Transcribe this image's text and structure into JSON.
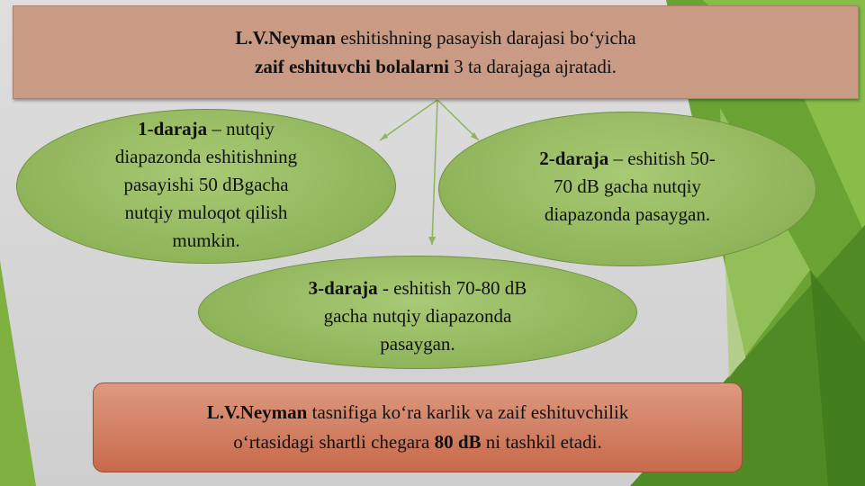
{
  "title": {
    "line1_bold": "L.V.Neyman",
    "line1_rest": " eshitishning pasayish darajasi bo‘yicha",
    "line2_bold": "zaif eshituvchi bolalarni",
    "line2_rest": " 3 ta darajaga ajratadi."
  },
  "levels": [
    {
      "name": "1-daraja",
      "desc_lines": [
        " – nutqiy",
        "diapazonda eshitishning",
        "pasayishi 50 dBgacha",
        "nutqiy muloqot qilish",
        "mumkin."
      ]
    },
    {
      "name": "2-daraja",
      "desc_lines": [
        " – eshitish 50-",
        "70 dB gacha nutqiy",
        "diapazonda pasaygan."
      ]
    },
    {
      "name": "3-daraja",
      "desc_lines": [
        " - eshitish 70-80 dB",
        "gacha nutqiy diapazonda",
        "pasaygan."
      ]
    }
  ],
  "conclusion": {
    "line1_bold": "L.V.Neyman",
    "line1_rest": " tasnifiga ko‘ra karlik va zaif eshituvchilik",
    "line2_pre": "o‘rtasidagi shartli chegara ",
    "line2_bold": "80 dB",
    "line2_post": " ni tashkil etadi."
  },
  "colors": {
    "title_box": "#c99a84",
    "oval_green": "#8fb45a",
    "conclusion_box": "#c8694b",
    "accent_green": "#5e9a2c"
  }
}
